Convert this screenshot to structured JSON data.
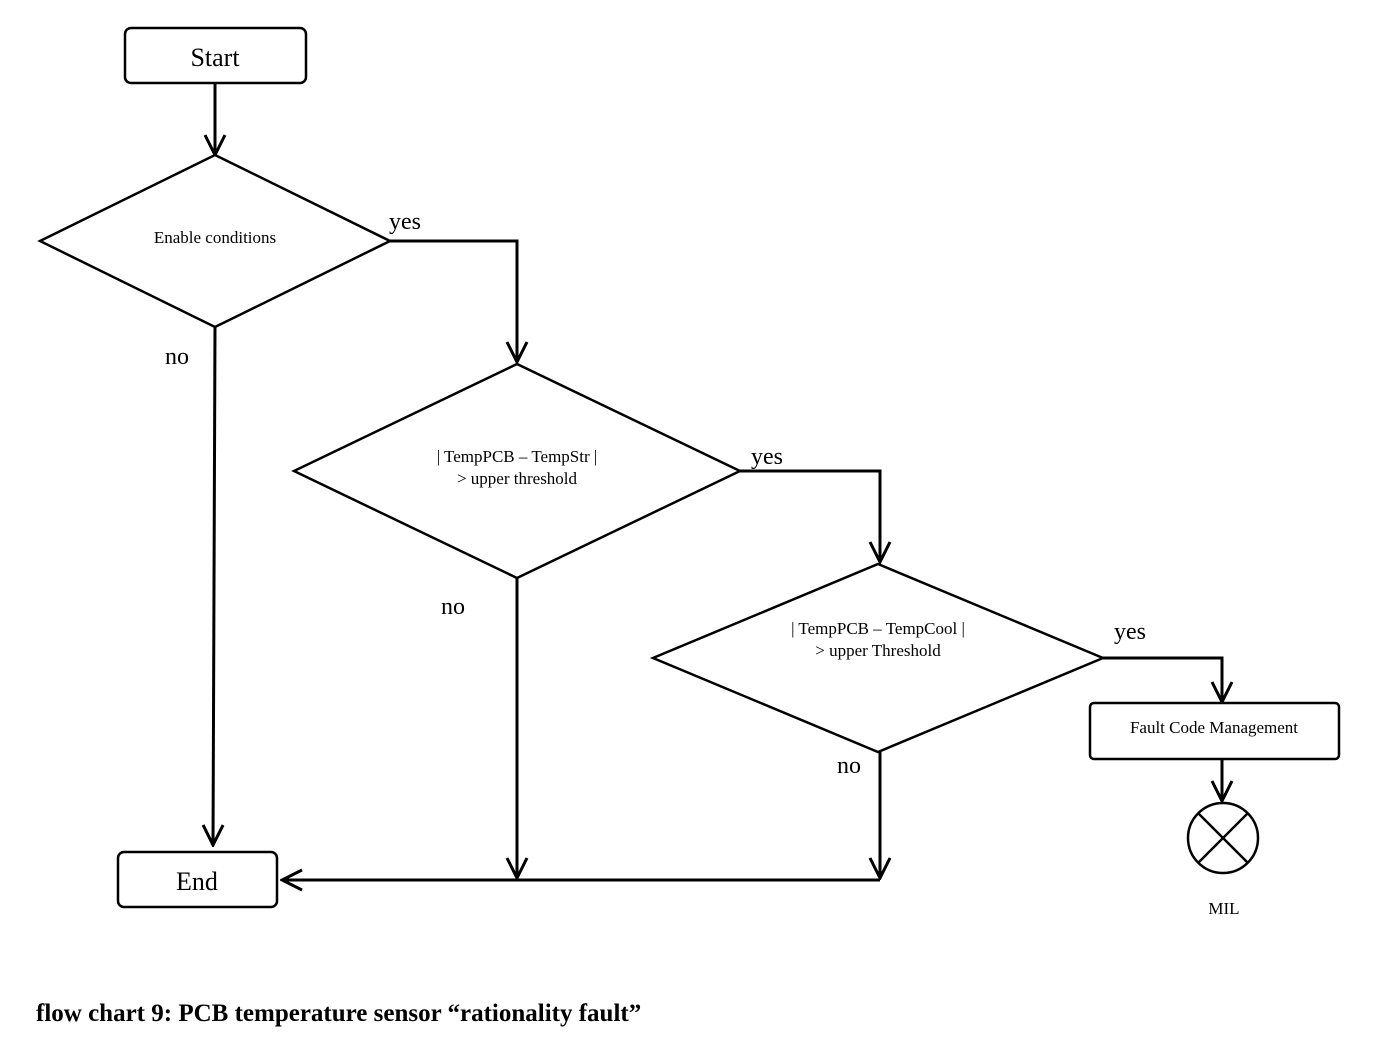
{
  "nodes": {
    "start": "Start",
    "enable": "Enable conditions",
    "cond1": [
      "| TempPCB – TempStr |",
      "> upper  threshold"
    ],
    "cond2": [
      "| TempPCB – TempCool |",
      "> upper Threshold"
    ],
    "fault": "Fault Code Management",
    "end": "End",
    "mil": "MIL"
  },
  "labels": {
    "yes": "yes",
    "no": "no"
  },
  "caption": "flow chart 9: PCB temperature sensor “rationality fault”"
}
